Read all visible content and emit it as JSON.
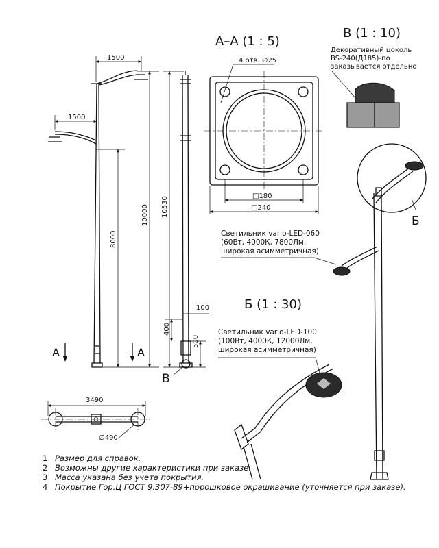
{
  "views": {
    "section_aa": "А–А (1 : 5)",
    "view_b": "В (1 : 10)",
    "view_bb": "Б (1 : 30)"
  },
  "callouts": {
    "base_label": "Декоративный цоколь\nBS-240(Д185)-по\nзаказывается отдельно",
    "luminaire_60": "Светильник vario-LED-060\n(60Вт, 4000К, 7800Лм,\nширокая асимметричная)",
    "luminaire_100": "Светильник vario-LED-100\n(100Вт, 4000К, 12000Лм,\nширокая асимметричная)",
    "holes": "4 отв. ∅25"
  },
  "dimensions": {
    "arm_top": "1500",
    "arm_low": "1500",
    "h_10000": "10000",
    "h_8000": "8000",
    "h_10530": "10530",
    "d_100": "100",
    "d_400": "400",
    "d_500": "500",
    "plan_width": "3490",
    "plan_diam": "∅490",
    "flange_inner": "□180",
    "flange_outer": "□240"
  },
  "markers": {
    "a_left": "А",
    "a_right": "А",
    "b": "Б",
    "v": "В"
  },
  "notes": [
    {
      "num": "1",
      "text": "Размер для справок."
    },
    {
      "num": "2",
      "text": "Возможны другие характеристики при заказе."
    },
    {
      "num": "3",
      "text": "Масса указана без учета покрытия."
    },
    {
      "num": "4",
      "text": "Покрытие Гор.Ц ГОСТ 9.307-89+порошковое окрашивание (уточняется при заказе)."
    }
  ]
}
